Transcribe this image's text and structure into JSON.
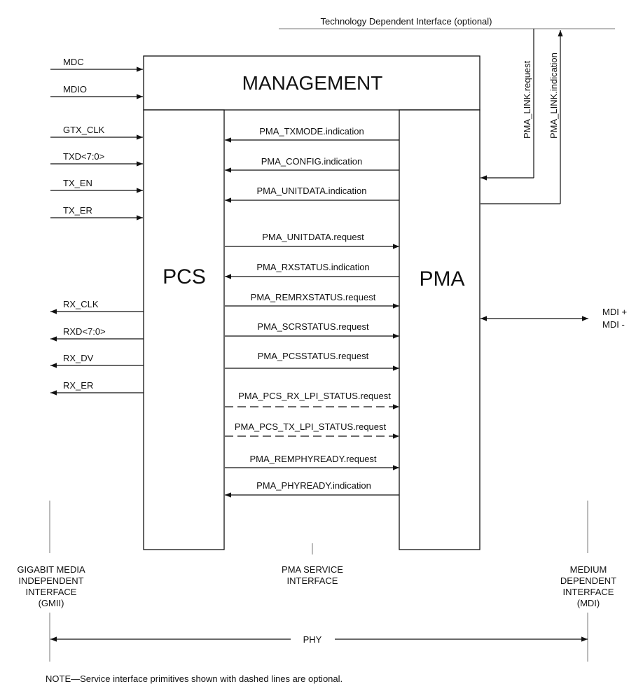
{
  "title_tdi": "Technology Dependent Interface (optional)",
  "blocks": {
    "management": "MANAGEMENT",
    "pcs": "PCS",
    "pma": "PMA"
  },
  "link_signals": {
    "request": "PMA_LINK.request",
    "indication": "PMA_LINK.indication"
  },
  "gmii_inputs": [
    "MDC",
    "MDIO",
    "GTX_CLK",
    "TXD<7:0>",
    "TX_EN",
    "TX_ER"
  ],
  "gmii_outputs": [
    "RX_CLK",
    "RXD<7:0>",
    "RX_DV",
    "RX_ER"
  ],
  "primitives": [
    {
      "label": "PMA_TXMODE.indication",
      "dir": "left",
      "dashed": false
    },
    {
      "label": "PMA_CONFIG.indication",
      "dir": "left",
      "dashed": false
    },
    {
      "label": "PMA_UNITDATA.indication",
      "dir": "left",
      "dashed": false
    },
    {
      "label": "PMA_UNITDATA.request",
      "dir": "right",
      "dashed": false
    },
    {
      "label": "PMA_RXSTATUS.indication",
      "dir": "left",
      "dashed": false
    },
    {
      "label": "PMA_REMRXSTATUS.request",
      "dir": "right",
      "dashed": false
    },
    {
      "label": "PMA_SCRSTATUS.request",
      "dir": "right",
      "dashed": false
    },
    {
      "label": "PMA_PCSSTATUS.request",
      "dir": "right",
      "dashed": false
    },
    {
      "label": "PMA_PCS_RX_LPI_STATUS.request",
      "dir": "right",
      "dashed": true
    },
    {
      "label": "PMA_PCS_TX_LPI_STATUS.request",
      "dir": "right",
      "dashed": true
    },
    {
      "label": "PMA_REMPHYREADY.request",
      "dir": "right",
      "dashed": false
    },
    {
      "label": "PMA_PHYREADY.indication",
      "dir": "left",
      "dashed": false
    }
  ],
  "mdi": [
    "MDI +",
    "MDI -"
  ],
  "interfaces": {
    "gmii": [
      "GIGABIT MEDIA",
      "INDEPENDENT",
      "INTERFACE",
      "(GMII)"
    ],
    "pma_service": [
      "PMA SERVICE",
      "INTERFACE"
    ],
    "mdi": [
      "MEDIUM",
      "DEPENDENT",
      "INTERFACE",
      "(MDI)"
    ]
  },
  "phy": "PHY",
  "note": "NOTE—Service interface primitives shown with dashed lines are optional."
}
